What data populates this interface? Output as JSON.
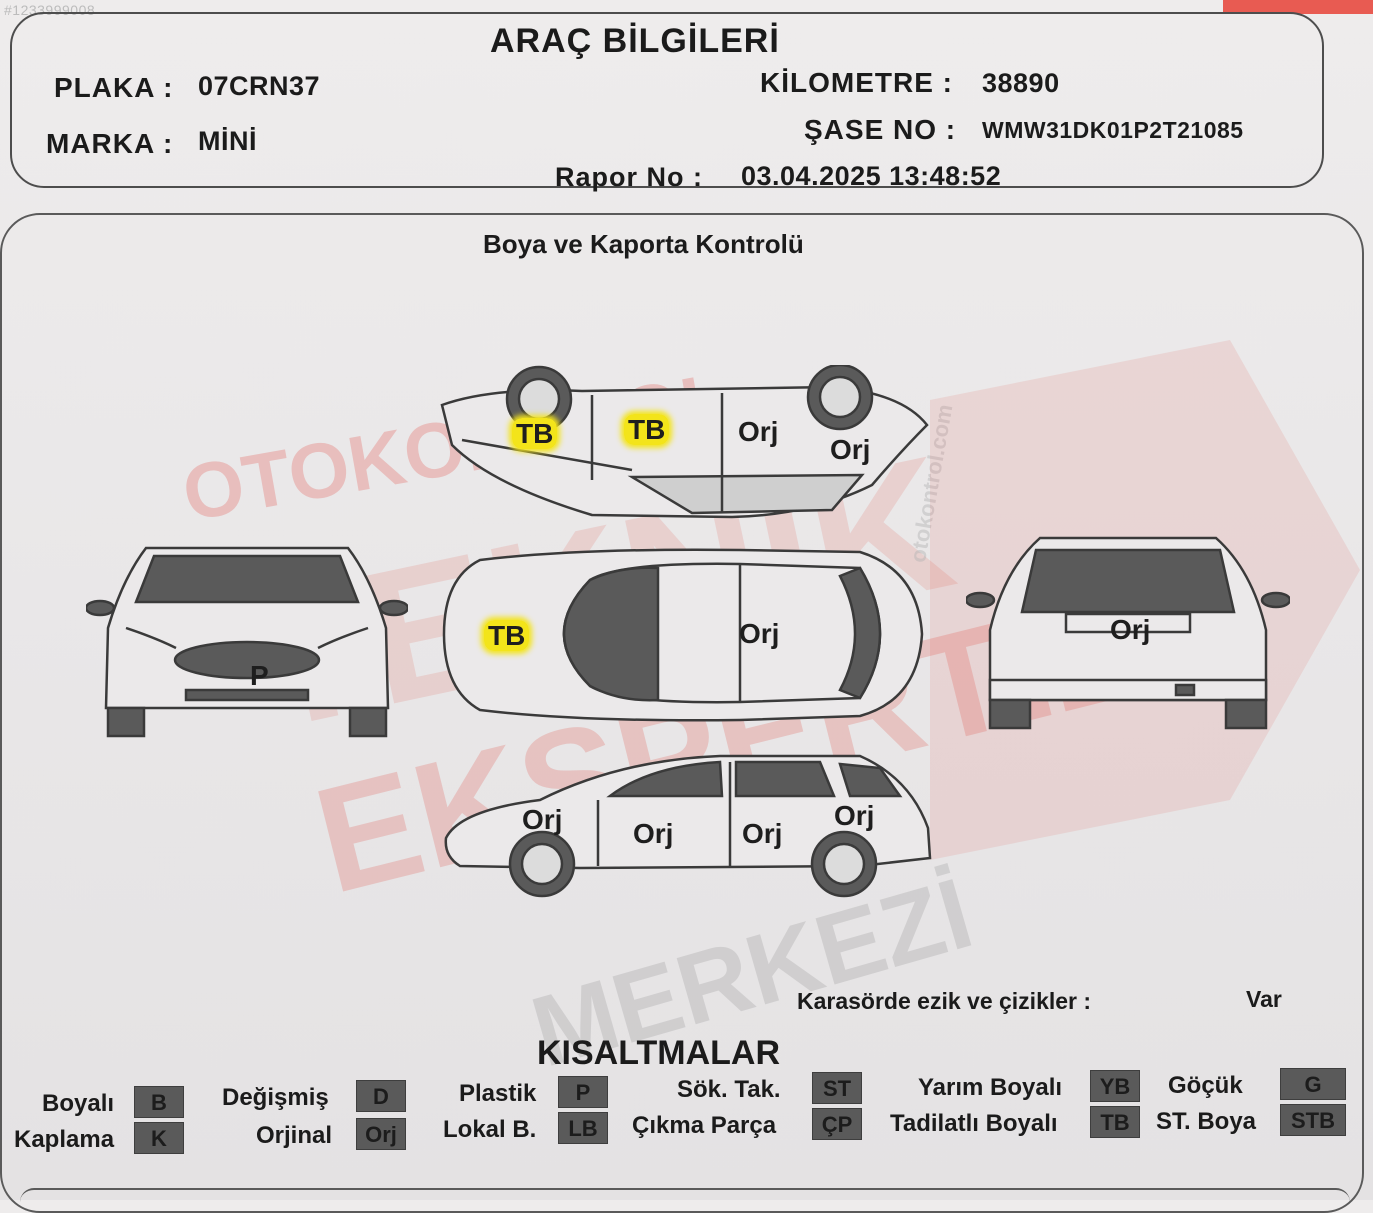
{
  "listing_id": "#1233999008",
  "header": {
    "title": "ARAÇ BİLGİLERİ",
    "plaka_label": "PLAKA :",
    "plaka_value": "07CRN37",
    "marka_label": "MARKA :",
    "marka_value": "MİNİ",
    "kilometre_label": "KİLOMETRE :",
    "kilometre_value": "38890",
    "sase_label": "ŞASE NO :",
    "sase_value": "WMW31DK01P2T21085",
    "rapor_label": "Rapor No :",
    "rapor_value": "03.04.2025 13:48:52"
  },
  "inspection": {
    "title": "Boya ve Kaporta Kontrolü",
    "top_view": [
      "TB",
      "TB",
      "Orj",
      "Orj"
    ],
    "front_view": [
      "P"
    ],
    "roof_view": [
      "TB",
      "Orj"
    ],
    "rear_view": [
      "Orj"
    ],
    "side_view": [
      "Orj",
      "Orj",
      "Orj",
      "Orj"
    ],
    "karoser_label": "Karasörde ezik ve çizikler :",
    "karoser_value": "Var"
  },
  "watermark": {
    "line1": "OTOKONTROL",
    "line2": "TEKNİK",
    "line3": "EKSPERTİZ",
    "line4": "MERKEZİ",
    "small": "otokontrol.com"
  },
  "legend": {
    "title": "KISALTMALAR",
    "items": [
      {
        "label": "Boyalı",
        "code": "B"
      },
      {
        "label": "Kaplama",
        "code": "K"
      },
      {
        "label": "Değişmiş",
        "code": "D"
      },
      {
        "label": "Orjinal",
        "code": "Orj"
      },
      {
        "label": "Plastik",
        "code": "P"
      },
      {
        "label": "Lokal B.",
        "code": "LB"
      },
      {
        "label": "Sök. Tak.",
        "code": "ST"
      },
      {
        "label": "Çıkma Parça",
        "code": "ÇP"
      },
      {
        "label": "Yarım Boyalı",
        "code": "YB"
      },
      {
        "label": "Tadilatlı Boyalı",
        "code": "TB"
      },
      {
        "label": "Göçük",
        "code": "G"
      },
      {
        "label": "ST. Boya",
        "code": "STB"
      }
    ]
  },
  "colors": {
    "highlight": "#f3e41a",
    "watermark": "#e2544c",
    "code_box": "#5a5a5a"
  }
}
